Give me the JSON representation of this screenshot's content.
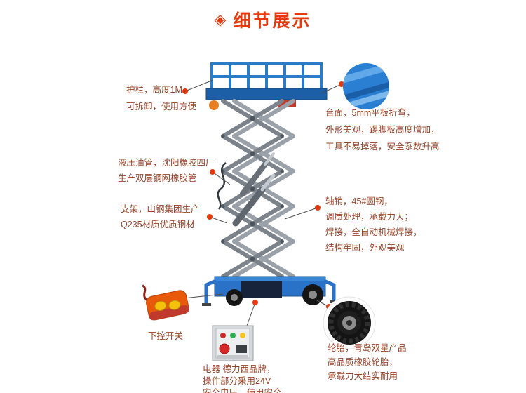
{
  "header": {
    "title": "细节展示",
    "icon_glyph": "◈",
    "accent_color": "#e8380d"
  },
  "annotation_text_color": "#97432a",
  "machine_colors": {
    "guardrail_blue": "#2a7cc9",
    "deck_blue": "#1d5fa6",
    "scissor_gray": "#7c838a",
    "chassis_blue": "#2a72c8",
    "callout_dot_red": "#e8380d"
  },
  "callouts": {
    "guardrail": {
      "lines": [
        "护栏，高度1M，",
        "可拆卸，使用方便"
      ]
    },
    "platform": {
      "lines": [
        "台面，5mm平板折弯，",
        "外形美观，踢脚板高度增加，",
        "工具不易掉落，安全系数升高"
      ]
    },
    "hydraulic_hose": {
      "lines": [
        "液压油管，沈阳橡胶四厂",
        "生产双层钢网橡胶管"
      ]
    },
    "support_frame": {
      "lines": [
        "支架，山钢集团生产",
        "Q235材质优质钢材"
      ]
    },
    "axle_pin": {
      "lines": [
        "轴销，45#圆钢，",
        "调质处理，承载力大；",
        "焊接，全自动机械焊接，",
        "结构牢固，外观美观"
      ]
    },
    "lower_control_switch": {
      "lines": [
        "下控开关"
      ]
    },
    "electrics": {
      "lines": [
        "电器 德力西品牌，",
        "操作部分采用24V",
        "安全电压，使用安全"
      ]
    },
    "tires": {
      "lines": [
        "轮胎，青岛双星产品",
        "高品质橡胶轮胎，",
        "承载力大结实耐用"
      ]
    }
  }
}
